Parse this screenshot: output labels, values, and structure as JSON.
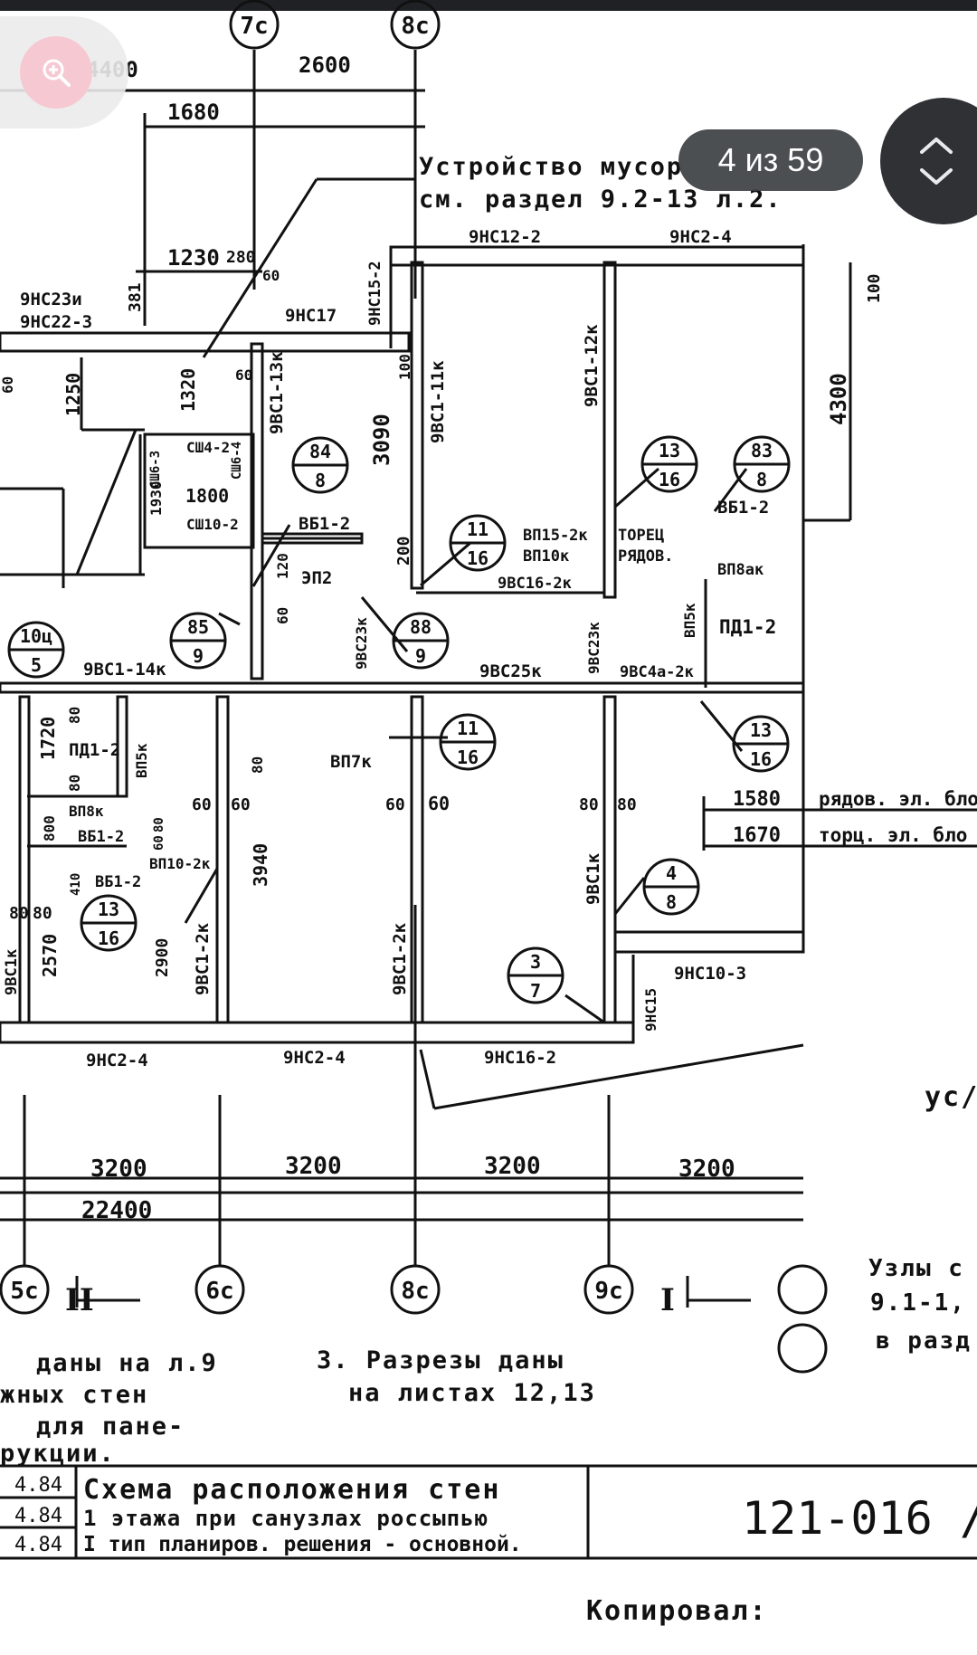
{
  "viewer": {
    "page_indicator": "4 из 59",
    "zoom_icon": "zoom-in-icon",
    "nav_icon": "chevron-up-down-icon"
  },
  "drawing": {
    "axes": {
      "top": [
        "7c",
        "8c"
      ],
      "bottom": [
        "5c",
        "6c",
        "8c",
        "9c"
      ]
    },
    "dims": {
      "top1": "4400",
      "top2": "2600",
      "top3": "1680",
      "top4": "1230",
      "top5": "280",
      "top6": "381",
      "r_100": "100",
      "r_4300": "4300",
      "d1250": "1250",
      "d1320": "1320",
      "d1930": "1930",
      "d1800": "1800",
      "d3090": "3090",
      "d200": "200",
      "d100b": "100",
      "d120": "120",
      "d60a": "60",
      "d60b": "60",
      "d60c": "60",
      "d60d": "60",
      "d1720": "1720",
      "d80a": "80",
      "d80b": "80",
      "d800": "800",
      "d410": "410",
      "d2570": "2570",
      "d2900": "2900",
      "d60e": "60",
      "d60f": "60",
      "d80c": "80",
      "d3940": "3940",
      "d60g": "60",
      "d60h": "60",
      "d80d": "80",
      "d80e": "80",
      "d1580": "1580",
      "d1670": "1670",
      "d80f": "80",
      "d80g": "80",
      "d60l": "60",
      "d80h": "80",
      "b1": "3200",
      "b2": "3200",
      "b3": "3200",
      "b4": "3200",
      "total": "22400"
    },
    "notes": {
      "n1": "Устройство мусор",
      "n2": "см. раздел 9.2-13 л.2.",
      "n3": "рядов. эл. бло",
      "n4": "торц. эл. бло",
      "n5": "ус/",
      "n6": "Узлы с",
      "n7": "9.1-1, /",
      "n8": "в разд",
      "n9": "даны на л.9",
      "n10": "жных стен",
      "n11": "для пане-",
      "n12": "рукции.",
      "n13": "3. Разрезы даны",
      "n14": "на листах 12,13",
      "n15": "Копировал:"
    },
    "marks": {
      "m1": "9НС12-2",
      "m2": "9НС2-4",
      "m3": "9НС23и",
      "m4": "9НС22-3",
      "m5": "9НС17",
      "m6": "9НС15-2",
      "m7": "9ВС1-13к",
      "m8": "9ВС1-11к",
      "m9": "9ВС1-12к",
      "m10": "СШ4-2",
      "m11": "СШ6-4",
      "m12": "СШ6-3",
      "m13": "СШ10-2",
      "m14": "ВБ1-2",
      "m15": "ВП15-2к",
      "m16": "ВП10к",
      "m17": "9ВС16-2к",
      "m18": "ТОРЕЦ",
      "m19": "РЯДОВ.",
      "m20": "ВБ1-2",
      "m21": "ВП8ак",
      "m22": "ЭП2",
      "m23": "9ВС23к",
      "m24": "9ВС23к",
      "m25": "ВП5к",
      "m26": "ПД1-2",
      "m27": "9ВС1-14к",
      "m28": "9ВС25к",
      "m29": "9ВС4а-2к",
      "m30": "ПД1-2",
      "m31": "ВП5к",
      "m32": "ВП7к",
      "m33": "ВП8к",
      "m34": "ВБ1-2",
      "m35": "ВП10-2к",
      "m36": "ВБ1-2",
      "m37": "9ВС1к",
      "m38": "9ВС1-2к",
      "m39": "9ВС1-2к",
      "m40": "9ВС1к",
      "m41": "9НС15",
      "m42": "9НС10-3",
      "m43": "9НС2-4",
      "m44": "9НС2-4",
      "m45": "9НС16-2"
    },
    "circles": {
      "c1": [
        "84",
        "8"
      ],
      "c2": [
        "11",
        "16"
      ],
      "c3": [
        "13",
        "16"
      ],
      "c4": [
        "83",
        "8"
      ],
      "c5": [
        "10ц",
        "5"
      ],
      "c6": [
        "85",
        "9"
      ],
      "c7": [
        "88",
        "9"
      ],
      "c8": [
        "11",
        "16"
      ],
      "c9": [
        "13",
        "16"
      ],
      "c10": [
        "13",
        "16"
      ],
      "c11": [
        "4",
        "8"
      ],
      "c12": [
        "3",
        "7"
      ]
    },
    "section_marks": {
      "s1": "II",
      "s2": "I"
    }
  },
  "title_block": {
    "dates": [
      "4.84",
      "4.84",
      "4.84"
    ],
    "title1": "Схема расположения стен",
    "title2": "1 этажа при санузлах россыпью",
    "title3": "I тип планиров. решения - основной.",
    "code": "121-016 /"
  }
}
